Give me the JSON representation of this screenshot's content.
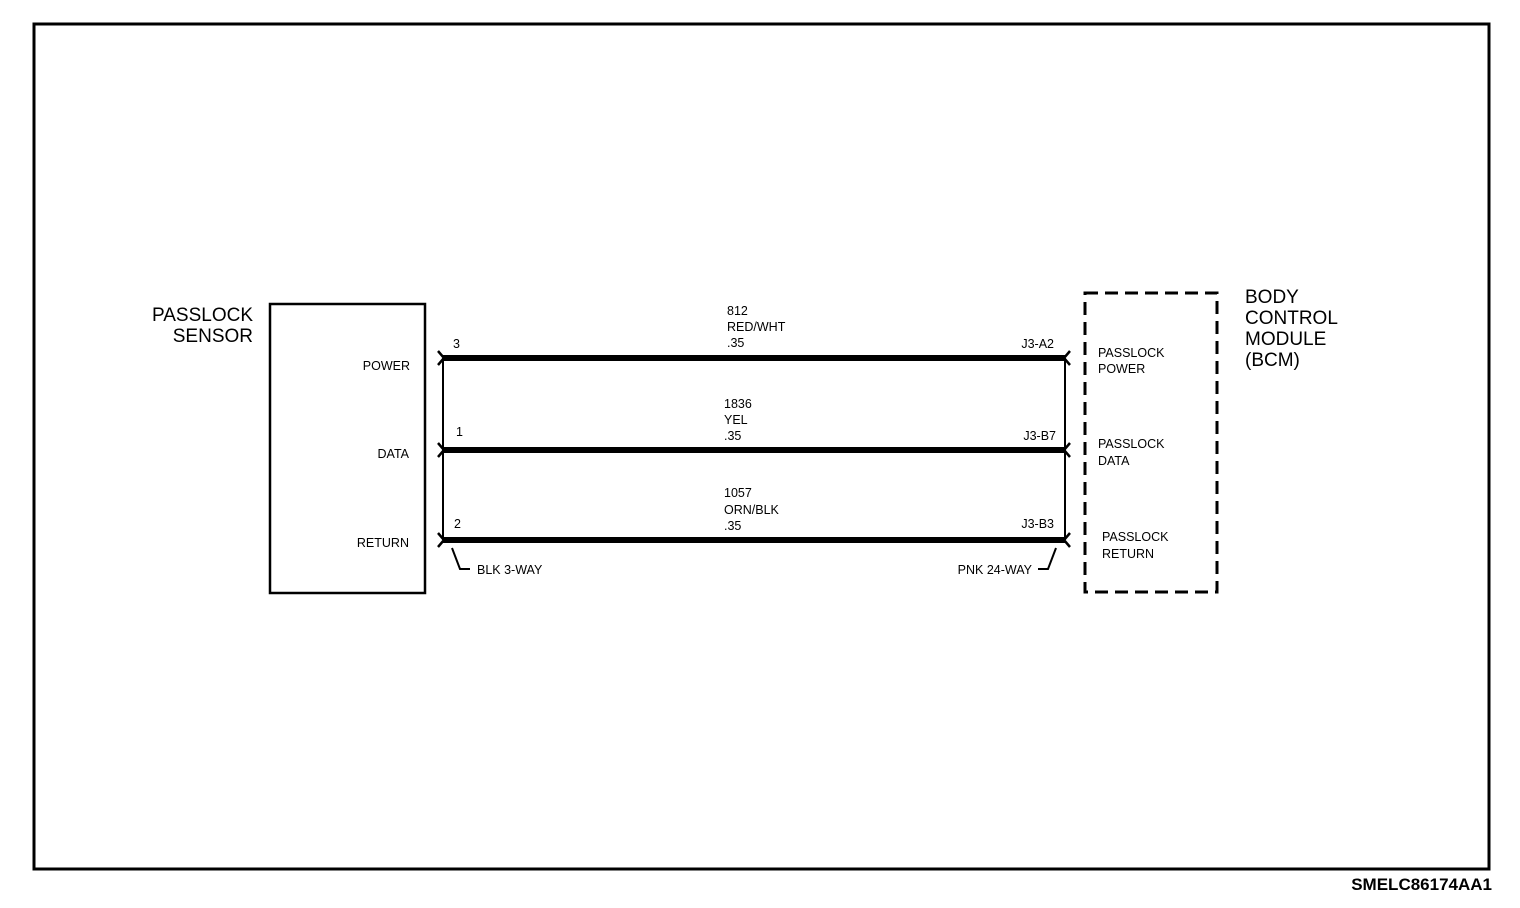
{
  "figure_id": "SMELC86174AA1",
  "sensor": {
    "title_lines": [
      "PASSLOCK",
      "SENSOR"
    ],
    "pins": [
      "POWER",
      "DATA",
      "RETURN"
    ],
    "connector": "BLK 3-WAY"
  },
  "bcm": {
    "title_lines": [
      "BODY",
      "CONTROL",
      "MODULE",
      "(BCM)"
    ],
    "connector": "PNK 24-WAY",
    "pins": [
      [
        "PASSLOCK",
        "POWER"
      ],
      [
        "PASSLOCK",
        "DATA"
      ],
      [
        "PASSLOCK",
        "RETURN"
      ]
    ]
  },
  "circuits": [
    {
      "pin": "3",
      "circuit": "812",
      "color": "RED/WHT",
      "gauge": ".35",
      "bcm_terminal": "J3-A2"
    },
    {
      "pin": "1",
      "circuit": "1836",
      "color": "YEL",
      "gauge": ".35",
      "bcm_terminal": "J3-B7"
    },
    {
      "pin": "2",
      "circuit": "1057",
      "color": "ORN/BLK",
      "gauge": ".35",
      "bcm_terminal": "J3-B3"
    }
  ]
}
